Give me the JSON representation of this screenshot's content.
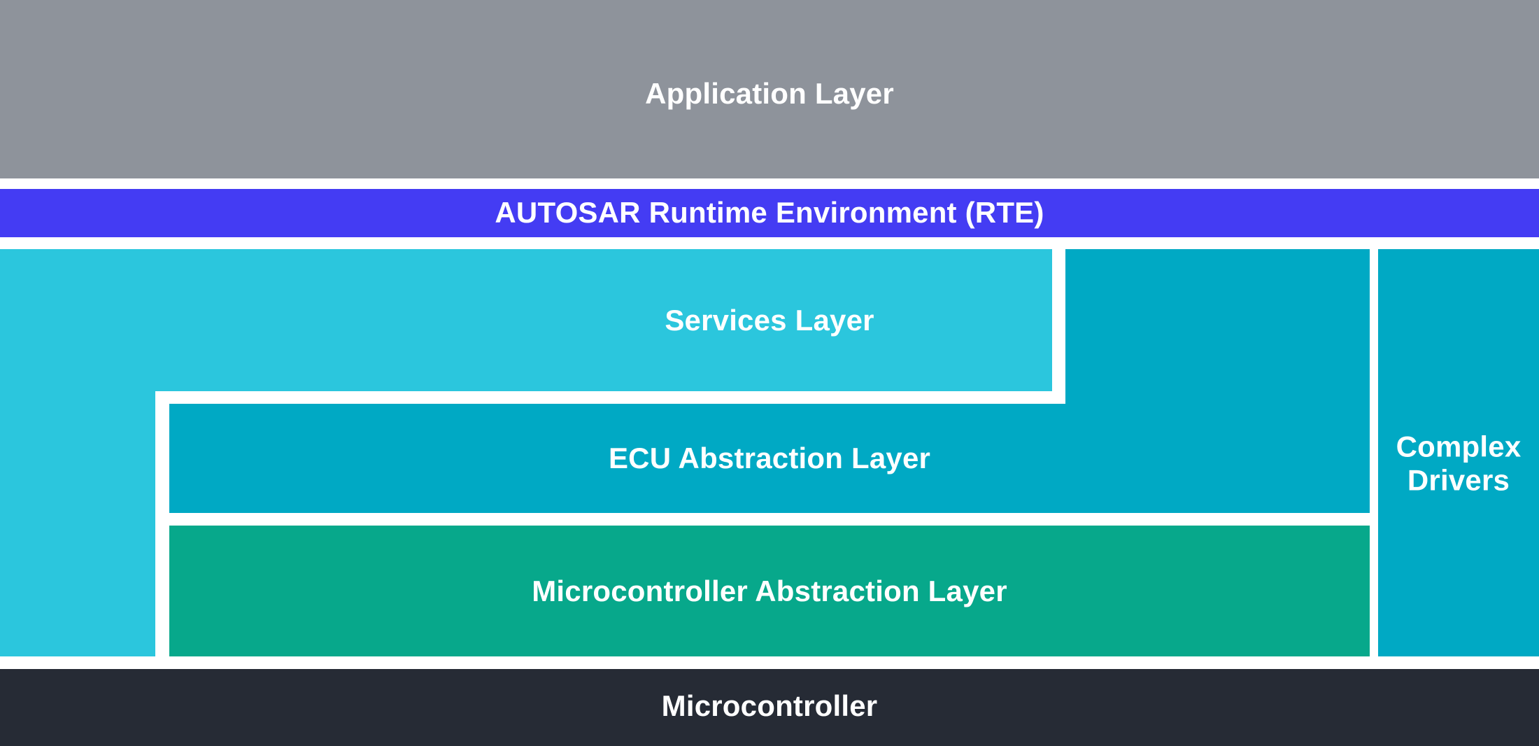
{
  "diagram": {
    "background": "#FFFFFF",
    "text_color": "#FFFFFF",
    "layers": {
      "application": {
        "label": "Application Layer",
        "color": "#8E939B"
      },
      "rte": {
        "label": "AUTOSAR Runtime Environment (RTE)",
        "color": "#443CF3"
      },
      "services": {
        "label": "Services Layer",
        "color": "#2BC6DD"
      },
      "ecu_abstraction": {
        "label": "ECU Abstraction Layer",
        "color": "#00A9C4"
      },
      "microcontroller_abstraction": {
        "label": "Microcontroller Abstraction Layer",
        "color": "#07A88B"
      },
      "complex_drivers": {
        "label": "Complex Drivers",
        "color": "#00A9C4"
      },
      "microcontroller": {
        "label": "Microcontroller",
        "color": "#262B35"
      }
    }
  }
}
